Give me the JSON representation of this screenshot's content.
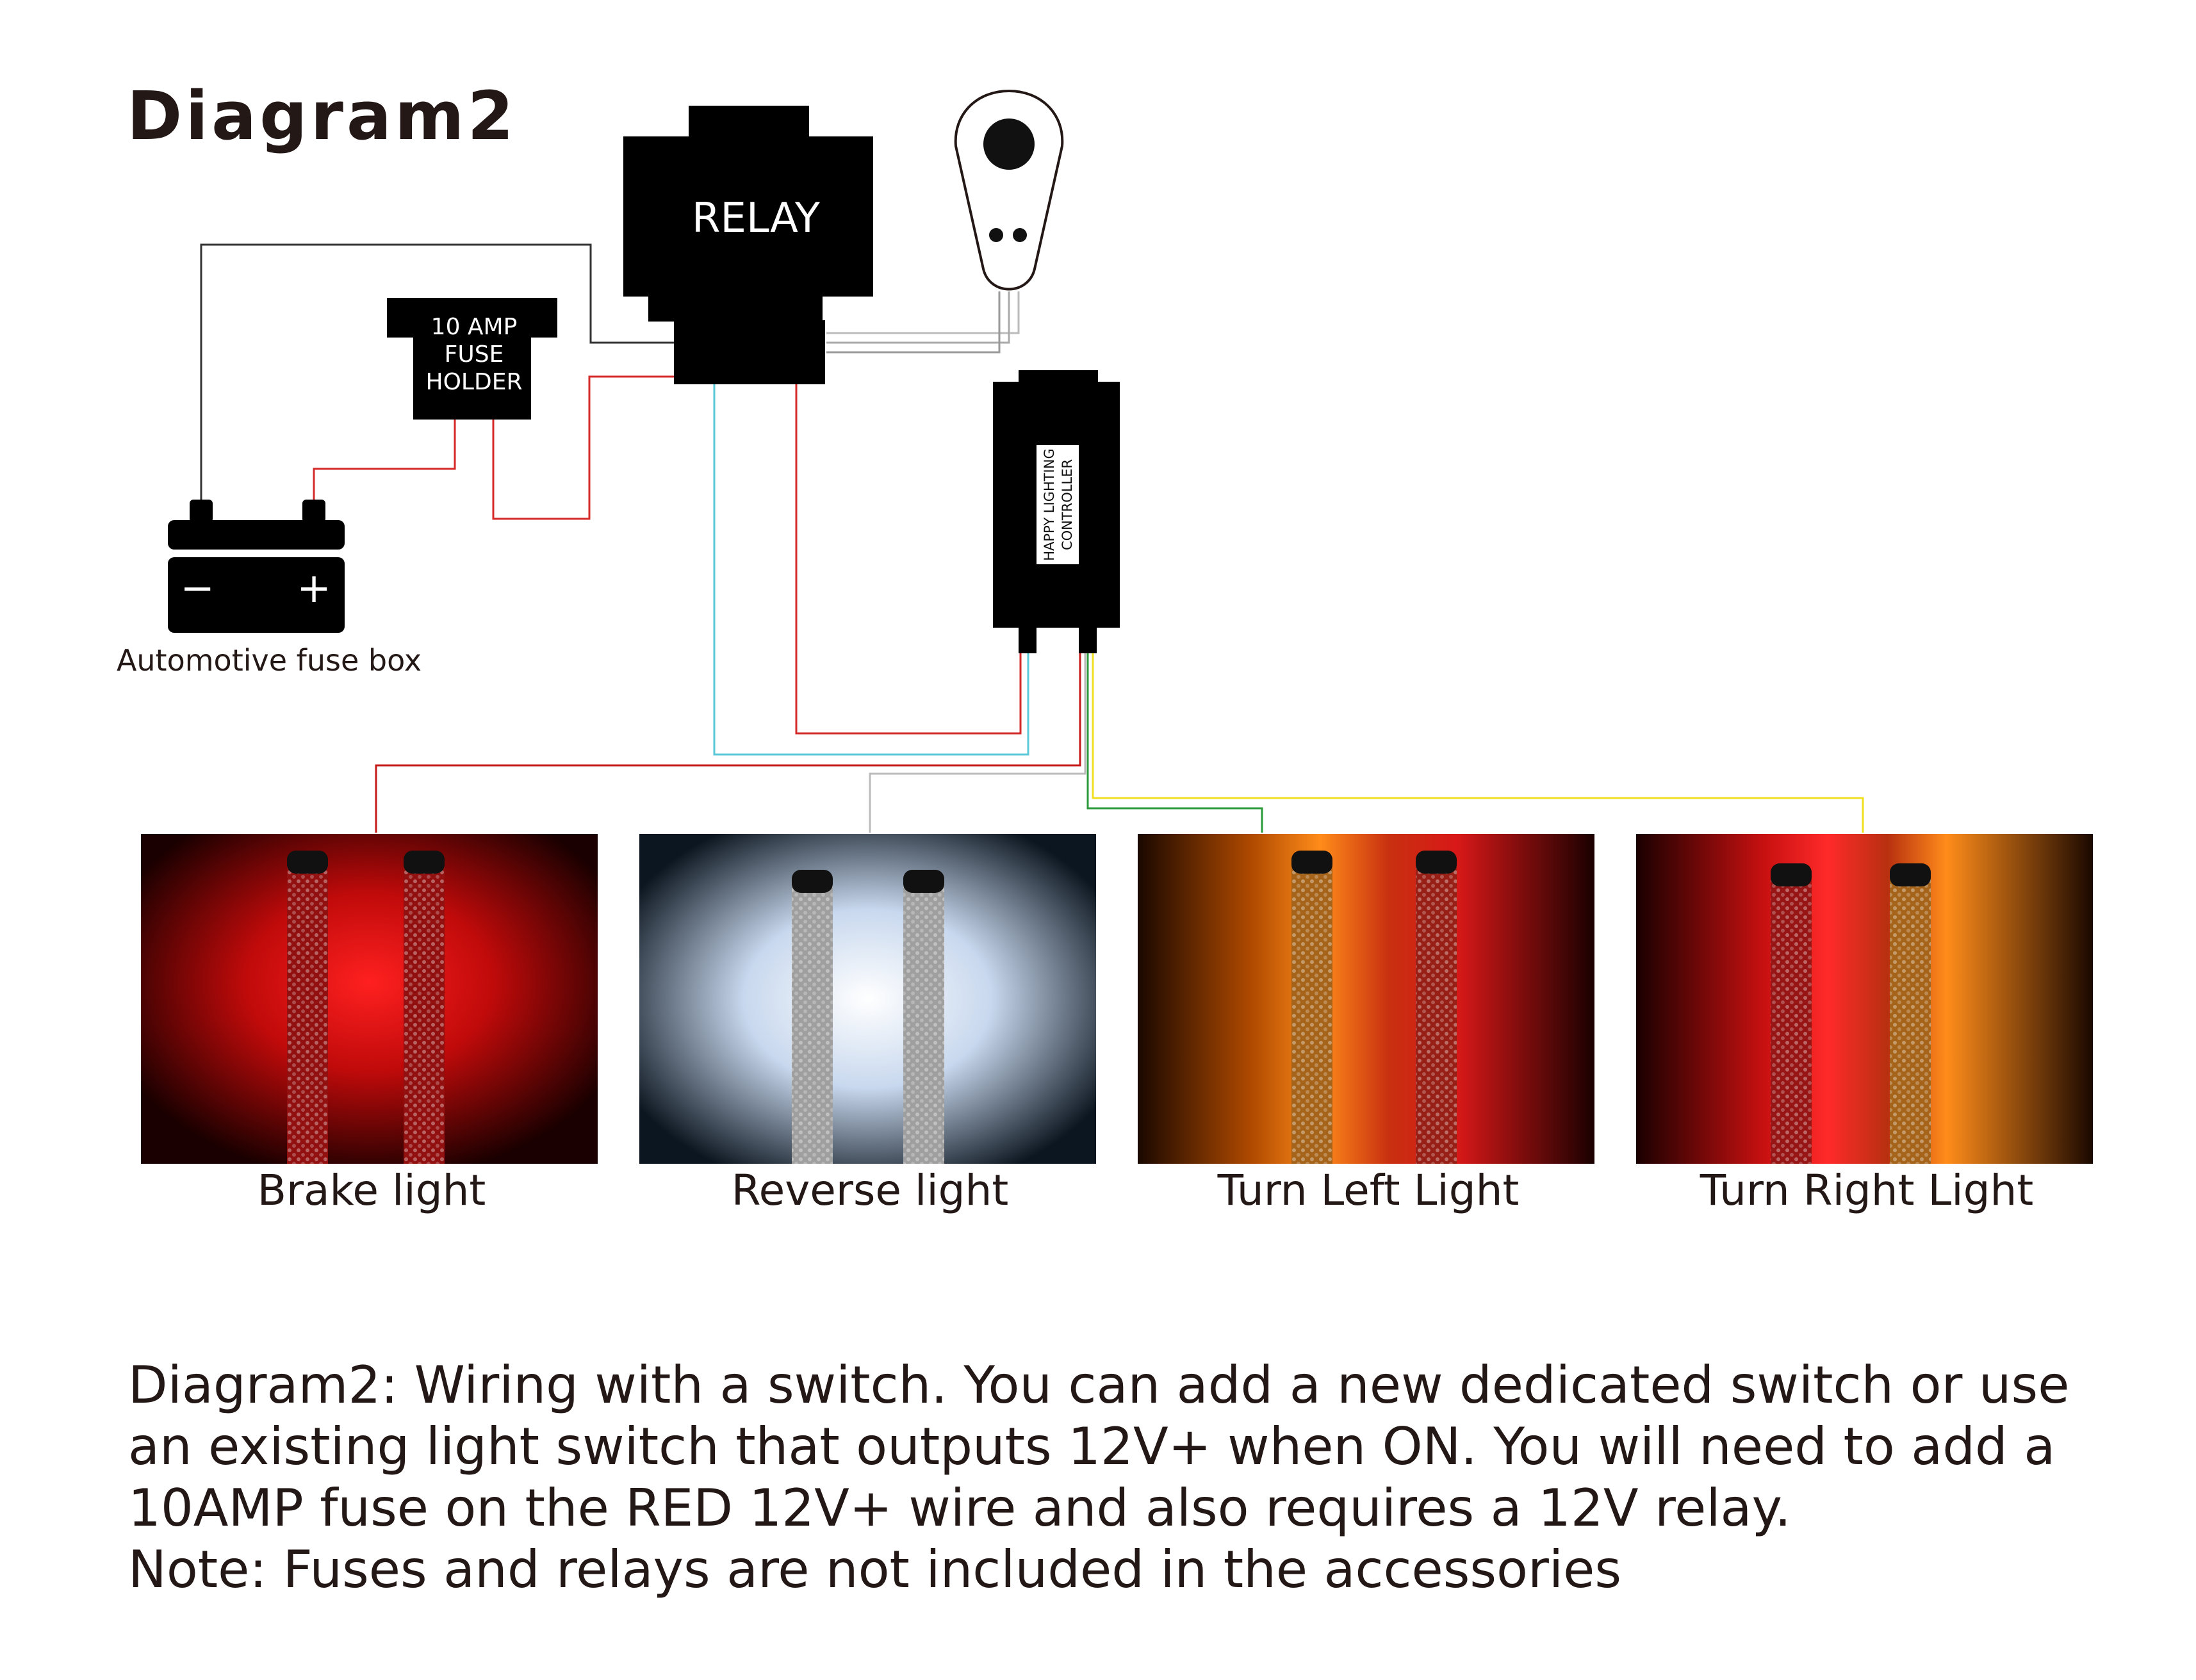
{
  "title": "Diagram2",
  "components": {
    "relay": "RELAY",
    "fuse_holder": [
      "10 AMP",
      "FUSE",
      "HOLDER"
    ],
    "battery_minus": "−",
    "battery_plus": "+",
    "battery_label": "Automotive fuse box",
    "controller": [
      "HAPPY LIGHTING",
      "CONTROLLER"
    ]
  },
  "lights": [
    {
      "label": "Brake light",
      "color": "#ff1a1a"
    },
    {
      "label": "Reverse light",
      "color": "#e8f0ff"
    },
    {
      "label": "Turn Left Light",
      "color": "#ff8a1a"
    },
    {
      "label": "Turn Right Light",
      "color": "#ff2a2a"
    }
  ],
  "wire_colors": {
    "red": "#d42a2a",
    "black": "#333333",
    "grey": "#bbbbbb",
    "cyan": "#5bc8d8",
    "green": "#2a9a3a",
    "yellow": "#f0e020"
  },
  "description": [
    "Diagram2: Wiring with a switch. You can add a new dedicated switch or use",
    "an existing light switch that outputs 12V+ when ON. You will need to add a",
    "10AMP fuse on the RED 12V+ wire and also requires a 12V relay.",
    "Note: Fuses and relays are not included in the accessories"
  ]
}
